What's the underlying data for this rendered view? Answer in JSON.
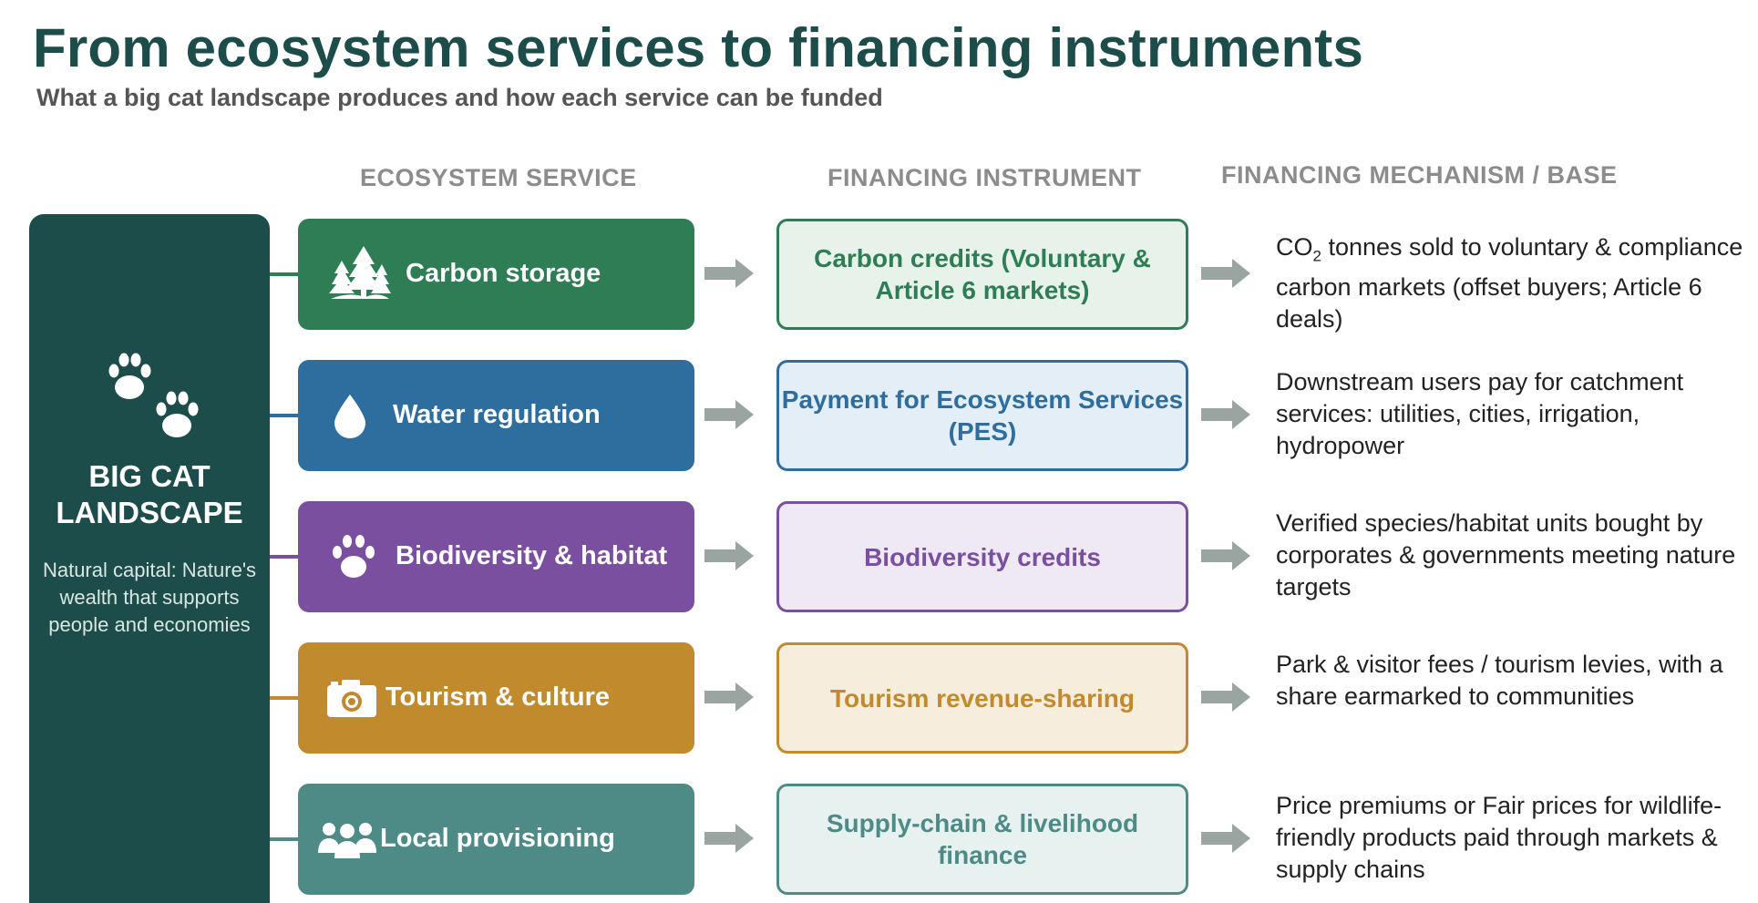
{
  "title": "From ecosystem services to financing instruments",
  "subtitle": "What a big cat landscape produces and how each service can be funded",
  "columns": {
    "service": "ECOSYSTEM SERVICE",
    "instrument": "FINANCING INSTRUMENT",
    "mechanism": "FINANCING MECHANISM / BASE"
  },
  "landscape": {
    "title_line1": "BIG CAT",
    "title_line2": "LANDSCAPE",
    "description": "Natural capital: Nature's wealth that supports people and economies",
    "icon": "paw-prints-icon"
  },
  "rows": [
    {
      "service": "Carbon storage",
      "icon": "trees-icon",
      "instrument": "Carbon credits (Voluntary & Article 6 markets)",
      "mechanism_prefix": "CO",
      "mechanism_subscript": "2",
      "mechanism": " tonnes sold to voluntary & compliance carbon markets (offset buyers; Article 6 deals)",
      "color": "#2e7d55",
      "inst_bg": "#e6f2ea",
      "inst_text": "#2e7d55"
    },
    {
      "service": "Water regulation",
      "icon": "water-drop-icon",
      "instrument": "Payment for Ecosystem Services (PES)",
      "mechanism": "Downstream users pay for catchment services: utilities, cities, irrigation, hydropower",
      "color": "#2e6e9e",
      "inst_bg": "#e4eef7",
      "inst_text": "#2e6e9e"
    },
    {
      "service": "Biodiversity & habitat",
      "icon": "paw-icon",
      "instrument": "Biodiversity credits",
      "mechanism": "Verified species/habitat units bought by corporates & governments meeting nature targets",
      "color": "#7b4fa0",
      "inst_bg": "#efe8f5",
      "inst_text": "#7b4fa0"
    },
    {
      "service": "Tourism & culture",
      "icon": "camera-icon",
      "instrument": "Tourism revenue-sharing",
      "mechanism": "Park & visitor fees / tourism levies, with a share earmarked to communities",
      "color": "#c18a2d",
      "inst_bg": "#f7eddd",
      "inst_text": "#c18a2d"
    },
    {
      "service": "Local provisioning",
      "icon": "people-icon",
      "instrument": "Supply-chain & livelihood finance",
      "mechanism": "Price premiums or Fair prices for wildlife-friendly products paid through markets & supply chains",
      "color": "#4e8b87",
      "inst_bg": "#e6f1f0",
      "inst_text": "#4e8b87"
    }
  ],
  "arrow_color": "#9aa5a1"
}
